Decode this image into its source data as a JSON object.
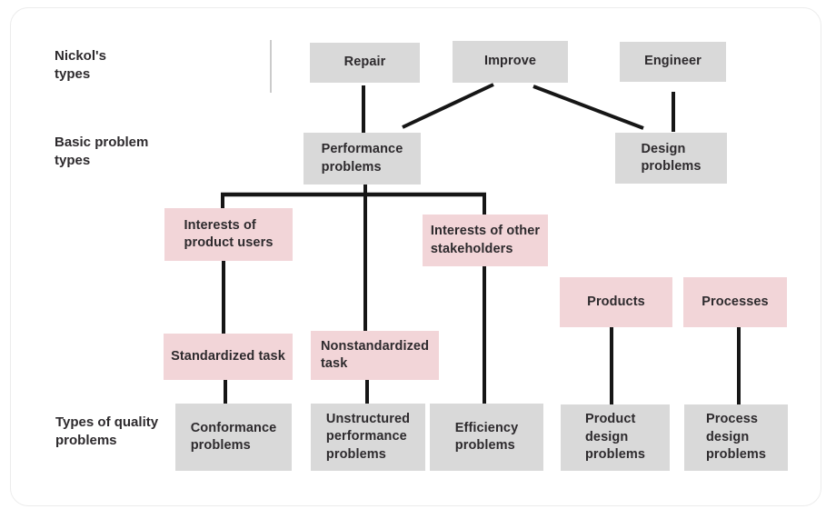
{
  "colors": {
    "gray_box": "#d9d9d9",
    "pink_box": "#f2d5d8",
    "line": "#161616",
    "text": "#2d2a2d"
  },
  "row_labels": {
    "nickols": "Nickol's\ntypes",
    "basic": "Basic problem\ntypes",
    "quality": "Types of quality\nproblems"
  },
  "nodes": {
    "repair": {
      "label": "Repair",
      "type": "gray"
    },
    "improve": {
      "label": "Improve",
      "type": "gray"
    },
    "engineer": {
      "label": "Engineer",
      "type": "gray"
    },
    "performance_problems": {
      "label": "Performance\nproblems",
      "type": "gray"
    },
    "design_problems": {
      "label": "Design\nproblems",
      "type": "gray"
    },
    "interests_of_product_users": {
      "label": "Interests of\nproduct users",
      "type": "pink"
    },
    "interests_of_other_stakeholders": {
      "label": "Interests of other\nstakeholders",
      "type": "pink"
    },
    "products": {
      "label": "Products",
      "type": "pink"
    },
    "processes": {
      "label": "Processes",
      "type": "pink"
    },
    "standardized_task": {
      "label": "Standardized task",
      "type": "pink"
    },
    "nonstandardized_task": {
      "label": "Nonstandardized\ntask",
      "type": "pink"
    },
    "conformance_problems": {
      "label": "Conformance\nproblems",
      "type": "gray"
    },
    "unstructured_performance_problems": {
      "label": "Unstructured\nperformance\nproblems",
      "type": "gray"
    },
    "efficiency_problems": {
      "label": "Efficiency\nproblems",
      "type": "gray"
    },
    "product_design_problems": {
      "label": "Product\ndesign\nproblems",
      "type": "gray"
    },
    "process_design_problems": {
      "label": "Process\ndesign\nproblems",
      "type": "gray"
    }
  },
  "edges": [
    "Repair - Performance problems",
    "Improve - Performance problems",
    "Improve - Design problems",
    "Engineer - Design problems",
    "Performance problems - Interests of product users",
    "Performance problems - Interests of other stakeholders",
    "Performance problems - Nonstandardized task",
    "Interests of product users - Standardized task",
    "Standardized task - Conformance problems",
    "Nonstandardized task - Unstructured performance problems",
    "Interests of other stakeholders - Efficiency problems",
    "Products - Product design problems",
    "Processes - Process design problems"
  ]
}
